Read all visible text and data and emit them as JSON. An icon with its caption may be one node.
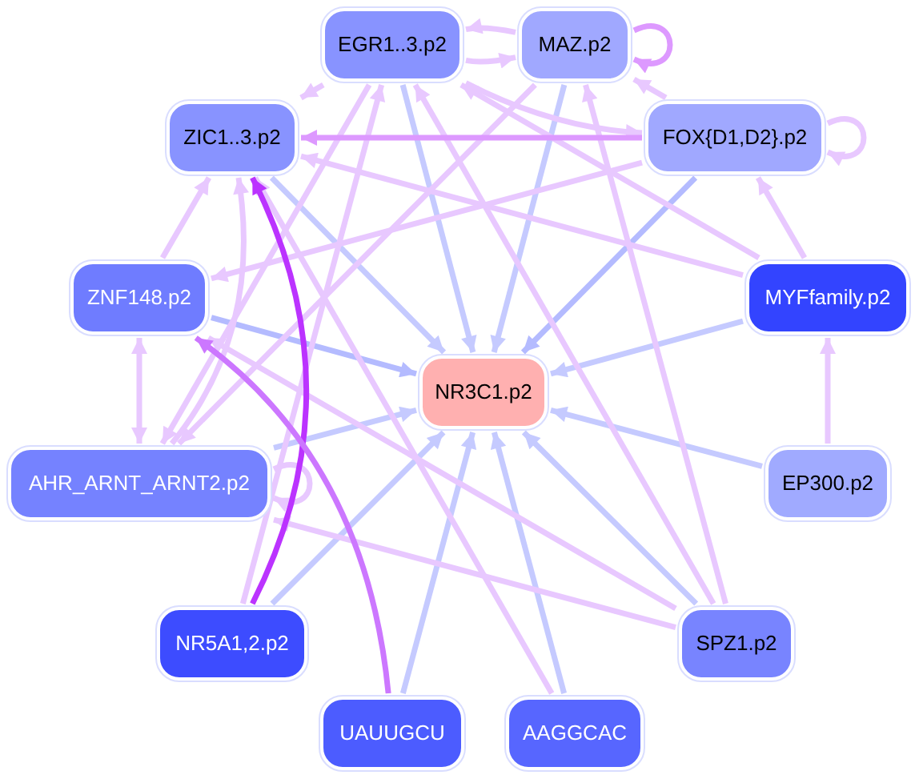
{
  "diagram": {
    "nodes": [
      {
        "text": [
          "EGR1..3.p2"
        ]
      },
      {
        "text": [
          "MAZ.p2"
        ]
      },
      {
        "text": [
          "ZIC1..3.p2"
        ]
      },
      {
        "text": [
          "FOX{D1,D2}.p2"
        ]
      },
      {
        "text": [
          "ZNF148.p2"
        ]
      },
      {
        "text": [
          "MYFfamily.p2"
        ]
      },
      {
        "text": [
          "NR3C1.p2"
        ]
      },
      {
        "text": [
          "AHR_ARNT_ARNT2.p2"
        ]
      },
      {
        "text": [
          "EP300.p2"
        ]
      },
      {
        "text": [
          "NR5A1,2.p2"
        ]
      },
      {
        "text": [
          "SPZ1.p2"
        ]
      },
      {
        "text": [
          "UAUUGCU"
        ]
      },
      {
        "text": [
          "AAGGCAC"
        ]
      }
    ],
    "edges": [
      {
        "from": 0,
        "to": 6,
        "arrow": "to",
        "color": "#c5caff"
      },
      {
        "from": 1,
        "to": 6,
        "arrow": "to",
        "color": "#c5caff"
      },
      {
        "from": 2,
        "to": 6,
        "arrow": "to",
        "color": "#c5caff"
      },
      {
        "from": 3,
        "to": 6,
        "arrow": "to",
        "color": "#b4bbff"
      },
      {
        "from": 4,
        "to": 6,
        "arrow": "to",
        "color": "#b4bbff"
      },
      {
        "from": 5,
        "to": 6,
        "arrow": "to",
        "color": "#c5caff"
      },
      {
        "from": 7,
        "to": 6,
        "arrow": "to",
        "color": "#c5caff"
      },
      {
        "from": 8,
        "to": 6,
        "arrow": "to",
        "color": "#c5caff"
      },
      {
        "from": 9,
        "to": 6,
        "arrow": "to",
        "color": "#c5caff"
      },
      {
        "from": 10,
        "to": 6,
        "arrow": "to",
        "color": "#c5caff"
      },
      {
        "from": 11,
        "to": 6,
        "arrow": "to",
        "color": "#c5caff"
      },
      {
        "from": 12,
        "to": 6,
        "arrow": "to",
        "color": "#c5caff"
      },
      {
        "from": 0,
        "to": 1,
        "arrow": "to"
      },
      {
        "from": 1,
        "to": 0,
        "arrow": "to"
      },
      {
        "from": 0,
        "to": 2,
        "arrow": "to"
      },
      {
        "from": 3,
        "to": 1,
        "arrow": "to"
      },
      {
        "from": 5,
        "to": 3,
        "arrow": "to"
      },
      {
        "from": 8,
        "to": 5,
        "arrow": "to"
      },
      {
        "from": 4,
        "to": 2,
        "arrow": "to"
      },
      {
        "from": 4,
        "to": 7,
        "arrow": "both"
      },
      {
        "from": 10,
        "to": 7,
        "arrow": "to"
      },
      {
        "from": 10,
        "to": 0,
        "arrow": "to"
      },
      {
        "from": 10,
        "to": 1,
        "arrow": "to"
      },
      {
        "from": 10,
        "to": 4,
        "arrow": "to"
      },
      {
        "from": 5,
        "to": 2,
        "arrow": "to"
      },
      {
        "from": 5,
        "to": 0,
        "arrow": "to"
      },
      {
        "from": 1,
        "to": 7,
        "arrow": "to"
      },
      {
        "from": 0,
        "to": 7,
        "arrow": "to"
      },
      {
        "from": 3,
        "to": 4,
        "arrow": "to"
      },
      {
        "from": 12,
        "to": 2,
        "arrow": "to"
      },
      {
        "from": 9,
        "to": 0,
        "arrow": "to"
      },
      {
        "from": 0,
        "to": 3,
        "arrow": "to"
      },
      {
        "from": 7,
        "to": 2,
        "arrow": "to"
      },
      {
        "from": 1,
        "to": 1,
        "arrow": "to",
        "color": "#dd99ff"
      },
      {
        "from": 3,
        "to": 3,
        "arrow": "to"
      },
      {
        "from": 7,
        "to": 7,
        "arrow": "to"
      },
      {
        "from": 3,
        "to": 2,
        "arrow": "to",
        "color": "#dd99ff"
      },
      {
        "from": 9,
        "to": 2,
        "arrow": "to",
        "color": "#bb33ff"
      },
      {
        "from": 11,
        "to": 4,
        "arrow": "to",
        "color": "#cc77ff"
      }
    ]
  }
}
